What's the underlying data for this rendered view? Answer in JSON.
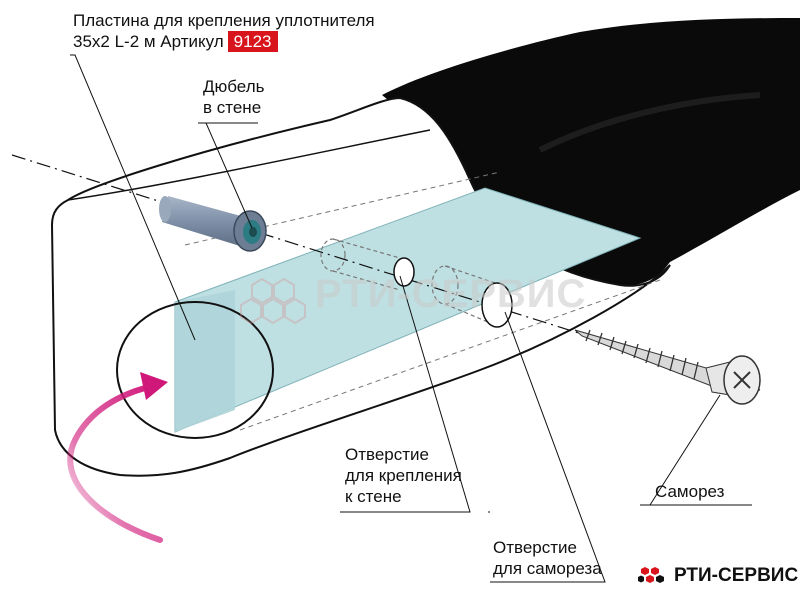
{
  "labels": {
    "plate_title": "Пластина для крепления уплотнителя",
    "plate_spec": "35х2 L-2 м  Артикул",
    "article": "9123",
    "dowel_line1": "Дюбель",
    "dowel_line2": "в стене",
    "wall_hole_line1": "Отверстие",
    "wall_hole_line2": "для крепления",
    "wall_hole_line3": "к стене",
    "screw_hole_line1": "Отверстие",
    "screw_hole_line2": "для самореза",
    "screw": "Саморез"
  },
  "brand": {
    "name": "РТИ-СЕРВИС",
    "watermark": "РТИ-СЕРВИС"
  },
  "colors": {
    "plate": "#bfe0e3",
    "seal_black": "#0a0a0a",
    "arrow": "#d0187a",
    "badge": "#d8141c",
    "dowel": "#8a9bb2"
  }
}
